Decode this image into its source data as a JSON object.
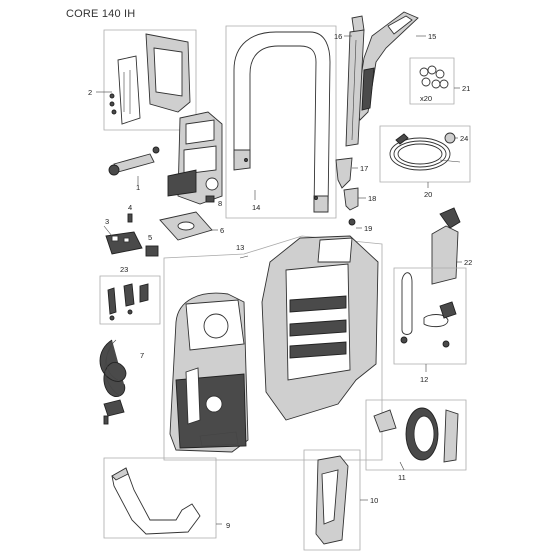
{
  "header": {
    "model_title": "CORE 140 IH"
  },
  "callouts": {
    "c1": "1",
    "c2": "2",
    "c3": "3",
    "c4": "4",
    "c5": "5",
    "c6": "6",
    "c7": "7",
    "c8": "8",
    "c9": "9",
    "c10": "10",
    "c11": "11",
    "c12": "12",
    "c13": "13",
    "c14": "14",
    "c15": "15",
    "c16": "16",
    "c17": "17",
    "c18": "18",
    "c19": "19",
    "c20": "20",
    "c21": "21",
    "c22": "22",
    "c23": "23",
    "c24": "24"
  },
  "labels": {
    "quantity_x20": "x20"
  }
}
